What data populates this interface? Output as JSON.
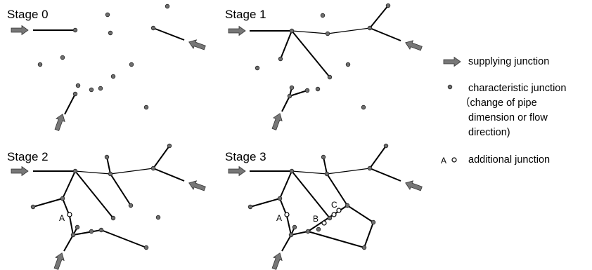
{
  "stages": [
    {
      "title": "Stage 0"
    },
    {
      "title": "Stage 1"
    },
    {
      "title": "Stage 2",
      "points": [
        "A"
      ]
    },
    {
      "title": "Stage 3",
      "points": [
        "A",
        "B",
        "C"
      ]
    }
  ],
  "legend": {
    "supplying": "supplying junction",
    "characteristic": [
      "characteristic junction",
      "（change of pipe",
      "dimension or  flow",
      "direction)"
    ],
    "additional_prefix": "A",
    "additional": "additional junction"
  },
  "icons": {
    "supply": "gray-right-arrow-icon",
    "characteristic": "filled-dot-icon",
    "additional": "open-circle-icon"
  },
  "colors": {
    "arrow": "#777777",
    "node": "#6e6e6e",
    "pipe": "#000000"
  }
}
